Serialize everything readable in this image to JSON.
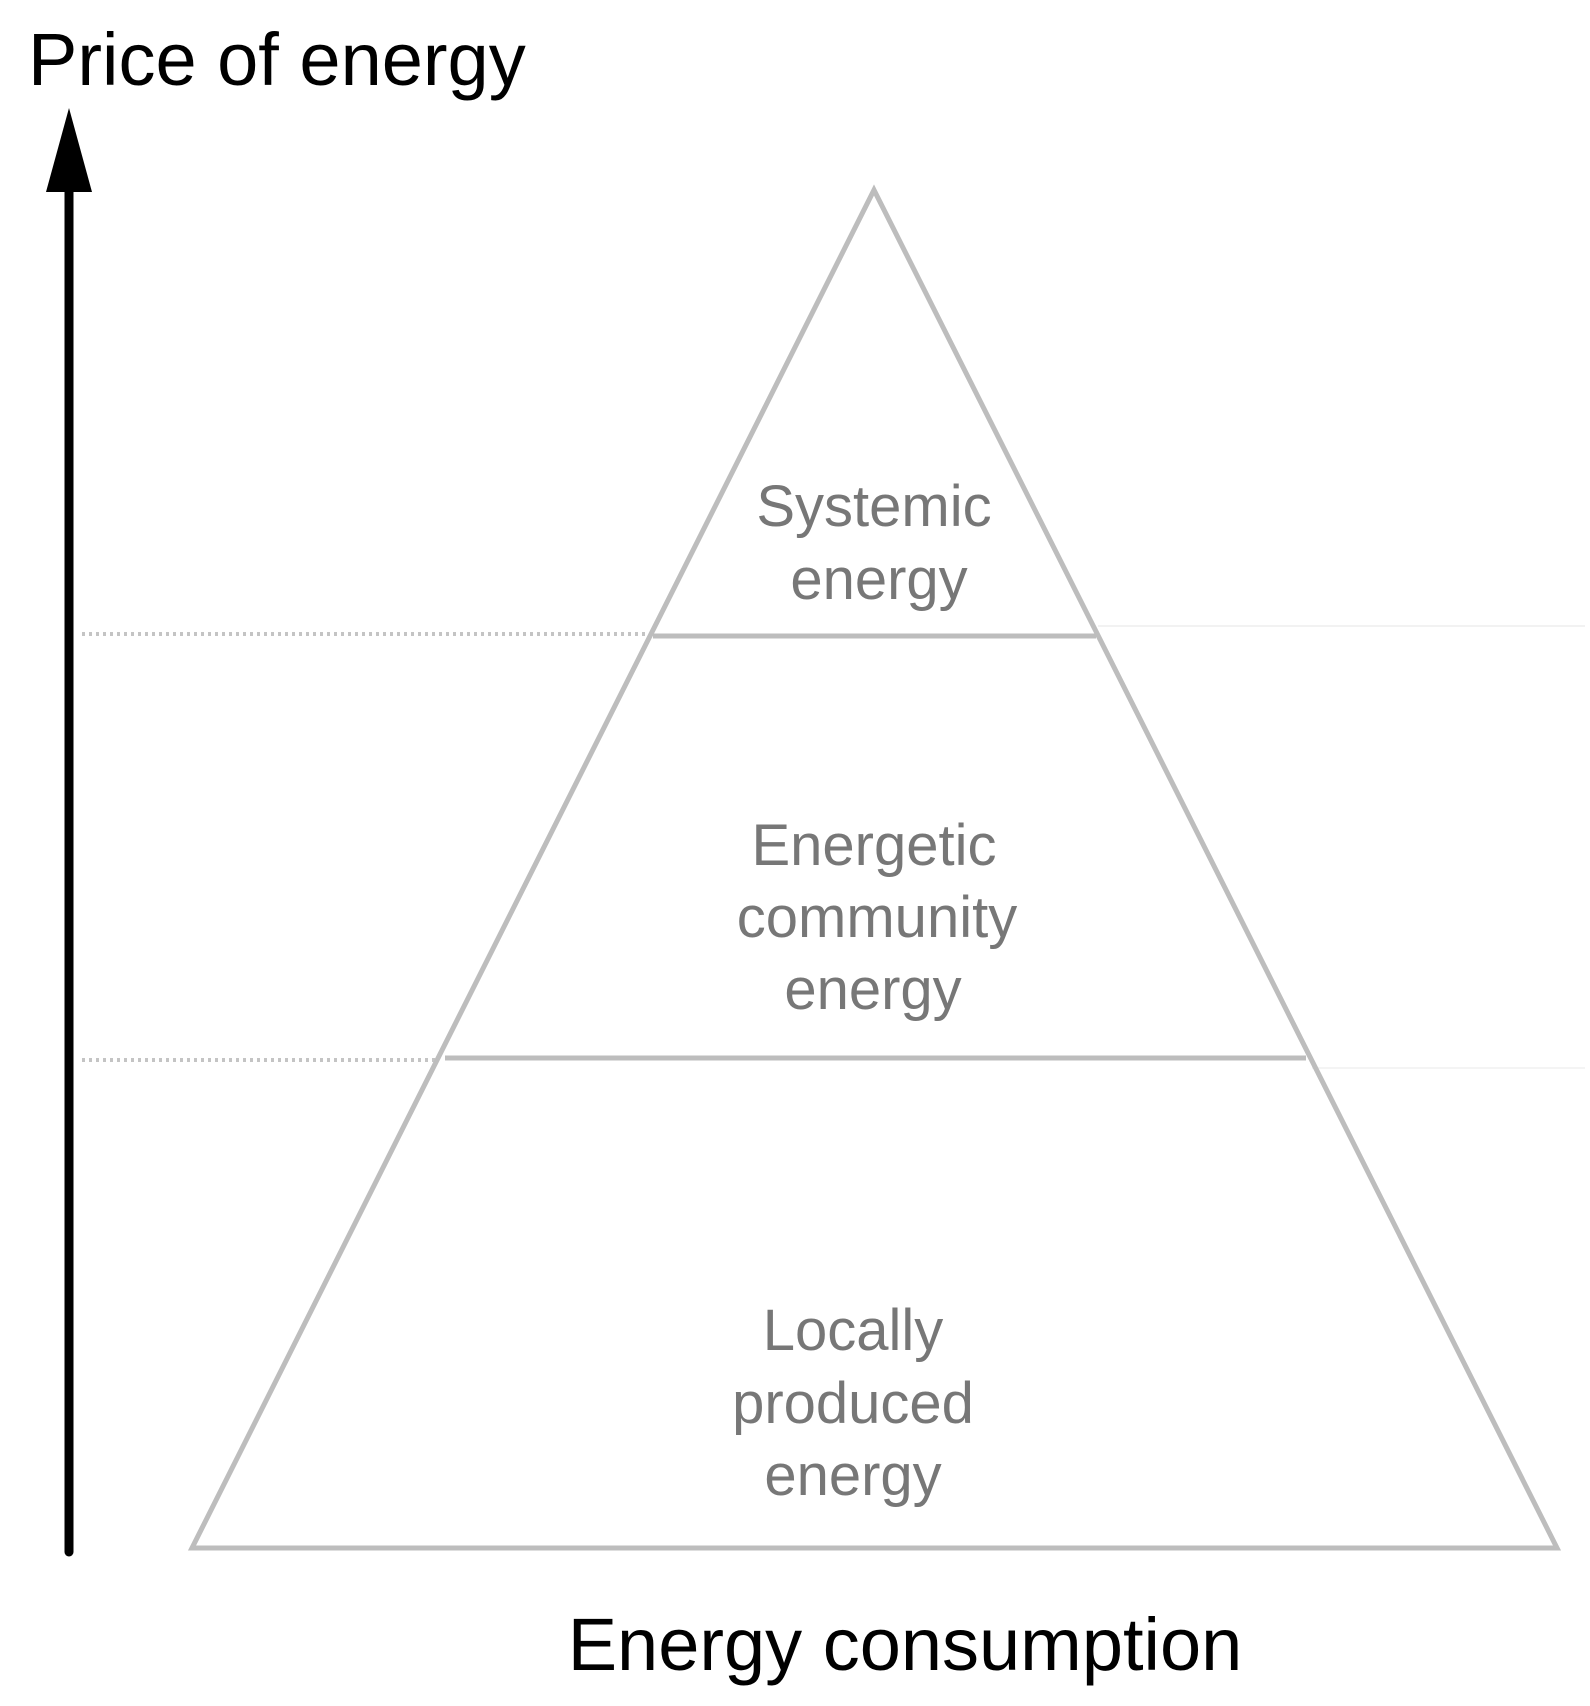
{
  "axes": {
    "y_label": "Price of energy",
    "x_label": "Energy consumption"
  },
  "pyramid": {
    "tiers": [
      {
        "id": "top",
        "lines": [
          "Systemic",
          "energy"
        ]
      },
      {
        "id": "middle",
        "lines": [
          "Energetic",
          "community",
          "energy"
        ]
      },
      {
        "id": "bottom",
        "lines": [
          "Locally",
          "produced",
          "energy"
        ]
      }
    ]
  },
  "colors": {
    "axis": "#000000",
    "pyramid_outline": "#bdbdbd",
    "tier_text": "#777777",
    "dotted_guide": "#c4c4c4"
  }
}
